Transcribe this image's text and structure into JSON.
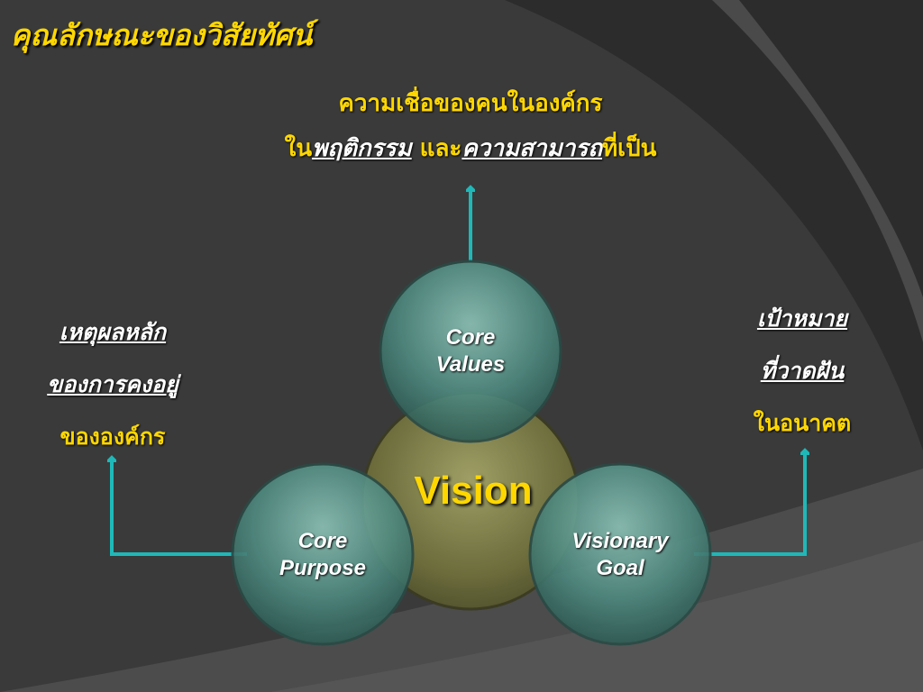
{
  "title": "คุณลักษณะของวิสัยทัศน์",
  "top": {
    "line1": "ความเชื่อของคนในองค์กร",
    "line2_pre": "ใน",
    "line2_u1": "พฤติกรรม",
    "line2_mid": " และ",
    "line2_u2": "ความสามารถ",
    "line2_post": "ที่เป็น"
  },
  "left": {
    "line1": "เหตุผลหลัก",
    "line2": "ของการคงอยู่",
    "line3": "ขององค์กร"
  },
  "right": {
    "line1": "เป้าหมาย",
    "line2": "ที่วาดฝัน",
    "line3": "ในอนาคต"
  },
  "circles": {
    "center": "Vision",
    "core_values": {
      "line1": "Core",
      "line2": "Values"
    },
    "core_purpose": {
      "line1": "Core",
      "line2": "Purpose"
    },
    "visionary_goal": {
      "line1": "Visionary",
      "line2": "Goal"
    }
  },
  "colors": {
    "arrow": "#1fb8b8",
    "accent": "#ffd700",
    "center_fill": "#7a7a45",
    "circle_fill": "#4f8a80"
  }
}
